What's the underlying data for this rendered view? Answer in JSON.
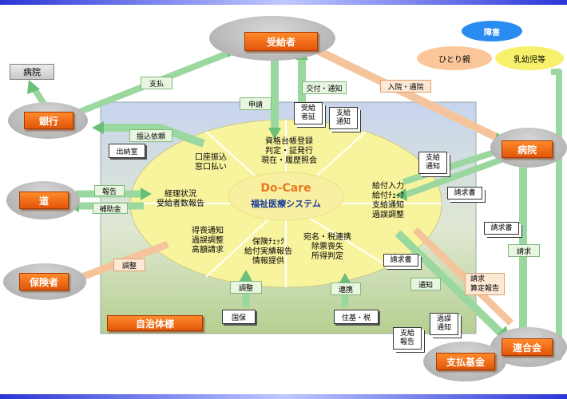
{
  "nodes": {
    "recipient": "受給者",
    "hospital_small": "病院",
    "bank": "銀行",
    "hospital": "病院",
    "prefecture": "道",
    "insurer": "保険者",
    "municipality": "自治体様",
    "federation": "連合会",
    "payment_fund": "支払基金"
  },
  "categories": {
    "disability": "障害",
    "single_parent": "ひとり親",
    "infant": "乳幼児等"
  },
  "system": {
    "title": "Do-Care",
    "subtitle": "福祉医療システム"
  },
  "ellipse_sections": {
    "qualification": [
      "資格台帳登録",
      "判定・証発行",
      "現在・履歴照会"
    ],
    "account_transfer": [
      "口座振込",
      "窓口払い"
    ],
    "benefit_input": [
      "給付入力",
      "給付ﾁｪｯｸ",
      "支給通知",
      "過誤調整"
    ],
    "reporting": [
      "経理状況",
      "受給者数報告"
    ],
    "notifications": [
      "得喪通知",
      "過誤調整",
      "高額請求"
    ],
    "insurance_check": [
      "保険ﾁｪｯｸ",
      "給付実績報告",
      "情報提供"
    ],
    "address_tax": [
      "宛名・税連携",
      "除票喪失",
      "所得判定"
    ]
  },
  "boxes": {
    "cashier": "出納室",
    "kokuho": "国保",
    "resident_tax": "住基・税",
    "certificate": "受給\n者証",
    "payment_notice_top": "支給\n通知",
    "payment_notice_right": "支給\n通知",
    "claim_right": "請求書",
    "claim_federation": "請求書",
    "claim_lower": "請求書",
    "payment_report": "支給\n報告",
    "error_notice": "過誤\n通知"
  },
  "arrow_labels": {
    "payment": "支払",
    "application": "申請",
    "issue_notice": "交付・通知",
    "admission": "入院・通院",
    "transfer_request": "振込依頼",
    "report": "報告",
    "subsidy": "補助金",
    "adjustment_insurer": "調整",
    "adjustment_kokuho": "調整",
    "linkage": "連携",
    "notice": "通知",
    "claim": "請求",
    "claim_fee_report": "請求\n算定報告"
  },
  "colors": {
    "accent_orange": "#f07020",
    "arrow_green": "#b8e8c0",
    "arrow_peach": "#f8c8a0",
    "ellipse_yellow": "#f7f39a",
    "stripe_blue": "#2b35d6"
  }
}
